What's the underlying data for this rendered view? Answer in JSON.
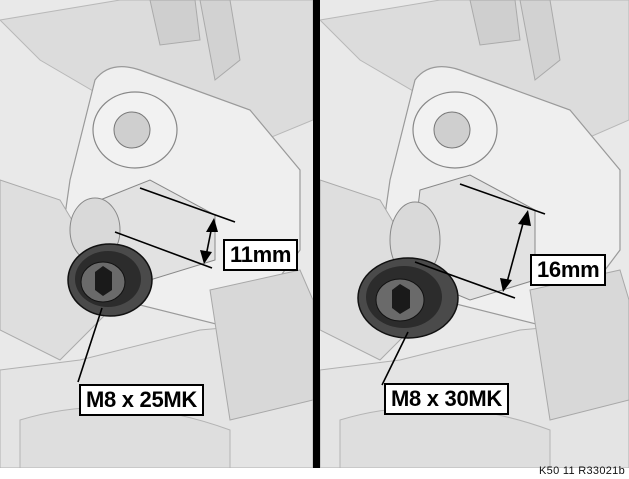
{
  "panels": [
    {
      "fastener": "M8 x 25MK",
      "dimension": "11mm"
    },
    {
      "fastener": "M8 x 30MK",
      "dimension": "16mm"
    }
  ],
  "reference_code": "K50 11 R33021b",
  "colors": {
    "background": "#e8e8e8",
    "line": "#000000",
    "divider": "#000000"
  }
}
